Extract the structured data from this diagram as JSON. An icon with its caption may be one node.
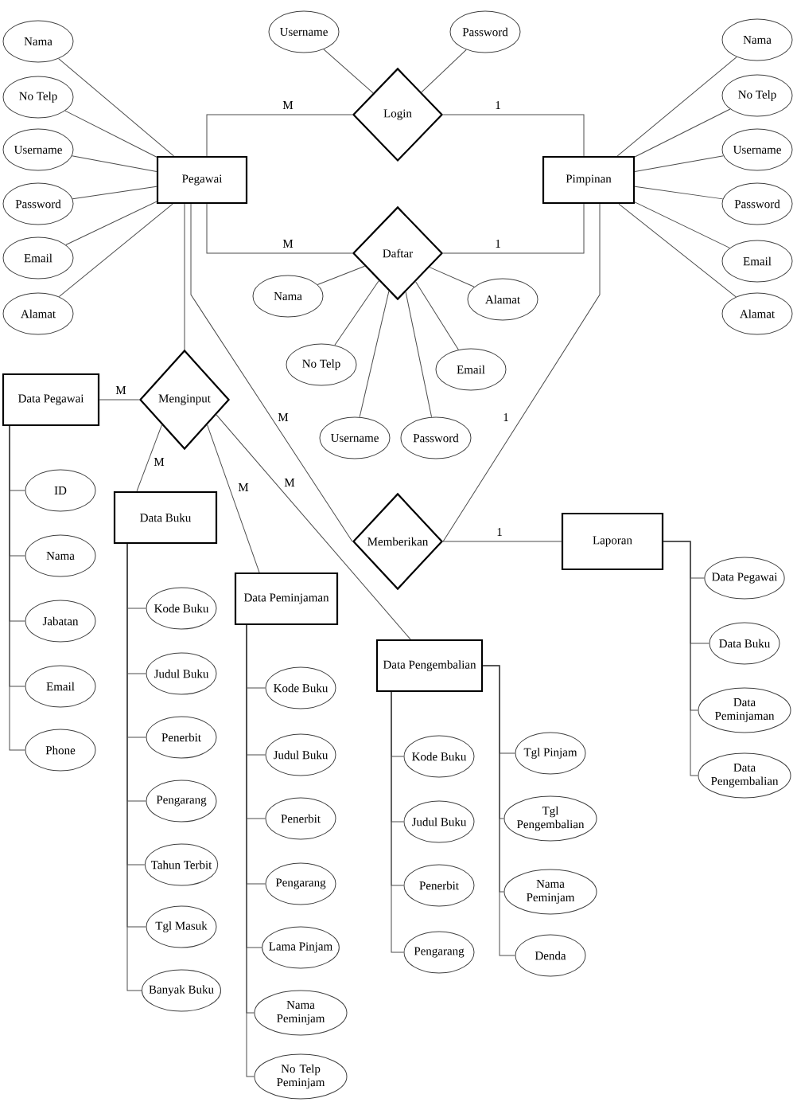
{
  "diagram": {
    "nodes": [
      {
        "text": [
          "Pegawai"
        ]
      },
      {
        "text": [
          "Pimpinan"
        ]
      },
      {
        "text": [
          "Login"
        ]
      },
      {
        "text": [
          "Daftar"
        ]
      },
      {
        "text": [
          "Nama"
        ]
      },
      {
        "text": [
          "No Telp"
        ]
      },
      {
        "text": [
          "Username"
        ]
      },
      {
        "text": [
          "Password"
        ]
      },
      {
        "text": [
          "Email"
        ]
      },
      {
        "text": [
          "Alamat"
        ]
      },
      {
        "text": [
          "Nama"
        ]
      },
      {
        "text": [
          "No Telp"
        ]
      },
      {
        "text": [
          "Username"
        ]
      },
      {
        "text": [
          "Password"
        ]
      },
      {
        "text": [
          "Email"
        ]
      },
      {
        "text": [
          "Alamat"
        ]
      },
      {
        "text": [
          "Username"
        ]
      },
      {
        "text": [
          "Password"
        ]
      },
      {
        "text": [
          "Nama"
        ]
      },
      {
        "text": [
          "No Telp"
        ]
      },
      {
        "text": [
          "Username"
        ]
      },
      {
        "text": [
          "Password"
        ]
      },
      {
        "text": [
          "Email"
        ]
      },
      {
        "text": [
          "Alamat"
        ]
      },
      {
        "text": [
          "Menginput"
        ]
      },
      {
        "text": [
          "Data Pegawai"
        ]
      },
      {
        "text": [
          "Data Buku"
        ]
      },
      {
        "text": [
          "Data Peminjaman"
        ]
      },
      {
        "text": [
          "Data Pengembalian"
        ]
      },
      {
        "text": [
          "Memberikan"
        ]
      },
      {
        "text": [
          "Laporan"
        ]
      },
      {
        "text": [
          "ID"
        ]
      },
      {
        "text": [
          "Nama"
        ]
      },
      {
        "text": [
          "Jabatan"
        ]
      },
      {
        "text": [
          "Email"
        ]
      },
      {
        "text": [
          "Phone"
        ]
      },
      {
        "text": [
          "Kode Buku"
        ]
      },
      {
        "text": [
          "Judul Buku"
        ]
      },
      {
        "text": [
          "Penerbit"
        ]
      },
      {
        "text": [
          "Pengarang"
        ]
      },
      {
        "text": [
          "Tahun Terbit"
        ]
      },
      {
        "text": [
          "Tgl Masuk"
        ]
      },
      {
        "text": [
          "Banyak Buku"
        ]
      },
      {
        "text": [
          "Kode Buku"
        ]
      },
      {
        "text": [
          "Judul Buku"
        ]
      },
      {
        "text": [
          "Penerbit"
        ]
      },
      {
        "text": [
          "Pengarang"
        ]
      },
      {
        "text": [
          "Lama Pinjam"
        ]
      },
      {
        "text": [
          "Nama Peminjam"
        ]
      },
      {
        "text": [
          "No Telp Peminjam"
        ]
      },
      {
        "text": [
          "Kode Buku"
        ]
      },
      {
        "text": [
          "Judul Buku"
        ]
      },
      {
        "text": [
          "Penerbit"
        ]
      },
      {
        "text": [
          "Pengarang"
        ]
      },
      {
        "text": [
          "Tgl Pinjam"
        ]
      },
      {
        "text": [
          "Tgl Pengembalian"
        ]
      },
      {
        "text": [
          "Nama Peminjam"
        ]
      },
      {
        "text": [
          "Denda"
        ]
      },
      {
        "text": [
          "Data Pegawai"
        ]
      },
      {
        "text": [
          "Data Buku"
        ]
      },
      {
        "text": [
          "Data Peminjaman"
        ]
      },
      {
        "text": [
          "Data Pengembalian"
        ]
      }
    ],
    "edges": [
      {
        "from": 0,
        "to": 2,
        "arrow": "none",
        "label": "M"
      },
      {
        "from": 2,
        "to": 1,
        "arrow": "none",
        "label": "1"
      },
      {
        "from": 0,
        "to": 3,
        "arrow": "none",
        "label": "M"
      },
      {
        "from": 3,
        "to": 1,
        "arrow": "none",
        "label": "1"
      },
      {
        "from": 0,
        "to": 4,
        "arrow": "none"
      },
      {
        "from": 0,
        "to": 5,
        "arrow": "none"
      },
      {
        "from": 0,
        "to": 6,
        "arrow": "none"
      },
      {
        "from": 0,
        "to": 7,
        "arrow": "none"
      },
      {
        "from": 0,
        "to": 8,
        "arrow": "none"
      },
      {
        "from": 0,
        "to": 9,
        "arrow": "none"
      },
      {
        "from": 1,
        "to": 10,
        "arrow": "none"
      },
      {
        "from": 1,
        "to": 11,
        "arrow": "none"
      },
      {
        "from": 1,
        "to": 12,
        "arrow": "none"
      },
      {
        "from": 1,
        "to": 13,
        "arrow": "none"
      },
      {
        "from": 1,
        "to": 14,
        "arrow": "none"
      },
      {
        "from": 1,
        "to": 15,
        "arrow": "none"
      },
      {
        "from": 2,
        "to": 16,
        "arrow": "none"
      },
      {
        "from": 2,
        "to": 17,
        "arrow": "none"
      },
      {
        "from": 3,
        "to": 18,
        "arrow": "none"
      },
      {
        "from": 3,
        "to": 19,
        "arrow": "none"
      },
      {
        "from": 3,
        "to": 20,
        "arrow": "none"
      },
      {
        "from": 3,
        "to": 21,
        "arrow": "none"
      },
      {
        "from": 3,
        "to": 22,
        "arrow": "none"
      },
      {
        "from": 3,
        "to": 23,
        "arrow": "none"
      },
      {
        "from": 0,
        "to": 24,
        "arrow": "none"
      },
      {
        "from": 0,
        "to": 29,
        "arrow": "none",
        "label": "M"
      },
      {
        "from": 1,
        "to": 29,
        "arrow": "none",
        "label": "1"
      },
      {
        "from": 24,
        "to": 25,
        "arrow": "none",
        "label": "M"
      },
      {
        "from": 24,
        "to": 26,
        "arrow": "none",
        "label": "M"
      },
      {
        "from": 24,
        "to": 27,
        "arrow": "none",
        "label": "M"
      },
      {
        "from": 24,
        "to": 28,
        "arrow": "none",
        "label": "M"
      },
      {
        "from": 29,
        "to": 30,
        "arrow": "none",
        "label": "1"
      },
      {
        "from": 25,
        "to": 31,
        "arrow": "none"
      },
      {
        "from": 25,
        "to": 32,
        "arrow": "none"
      },
      {
        "from": 25,
        "to": 33,
        "arrow": "none"
      },
      {
        "from": 25,
        "to": 34,
        "arrow": "none"
      },
      {
        "from": 25,
        "to": 35,
        "arrow": "none"
      },
      {
        "from": 26,
        "to": 36,
        "arrow": "none"
      },
      {
        "from": 26,
        "to": 37,
        "arrow": "none"
      },
      {
        "from": 26,
        "to": 38,
        "arrow": "none"
      },
      {
        "from": 26,
        "to": 39,
        "arrow": "none"
      },
      {
        "from": 26,
        "to": 40,
        "arrow": "none"
      },
      {
        "from": 26,
        "to": 41,
        "arrow": "none"
      },
      {
        "from": 26,
        "to": 42,
        "arrow": "none"
      },
      {
        "from": 27,
        "to": 43,
        "arrow": "none"
      },
      {
        "from": 27,
        "to": 44,
        "arrow": "none"
      },
      {
        "from": 27,
        "to": 45,
        "arrow": "none"
      },
      {
        "from": 27,
        "to": 46,
        "arrow": "none"
      },
      {
        "from": 27,
        "to": 47,
        "arrow": "none"
      },
      {
        "from": 27,
        "to": 48,
        "arrow": "none"
      },
      {
        "from": 27,
        "to": 49,
        "arrow": "none"
      },
      {
        "from": 28,
        "to": 50,
        "arrow": "none"
      },
      {
        "from": 28,
        "to": 51,
        "arrow": "none"
      },
      {
        "from": 28,
        "to": 52,
        "arrow": "none"
      },
      {
        "from": 28,
        "to": 53,
        "arrow": "none"
      },
      {
        "from": 28,
        "to": 54,
        "arrow": "none"
      },
      {
        "from": 28,
        "to": 55,
        "arrow": "none"
      },
      {
        "from": 28,
        "to": 56,
        "arrow": "none"
      },
      {
        "from": 28,
        "to": 57,
        "arrow": "none"
      },
      {
        "from": 30,
        "to": 58,
        "arrow": "none"
      },
      {
        "from": 30,
        "to": 59,
        "arrow": "none"
      },
      {
        "from": 30,
        "to": 60,
        "arrow": "none"
      },
      {
        "from": 30,
        "to": 61,
        "arrow": "none"
      }
    ]
  }
}
